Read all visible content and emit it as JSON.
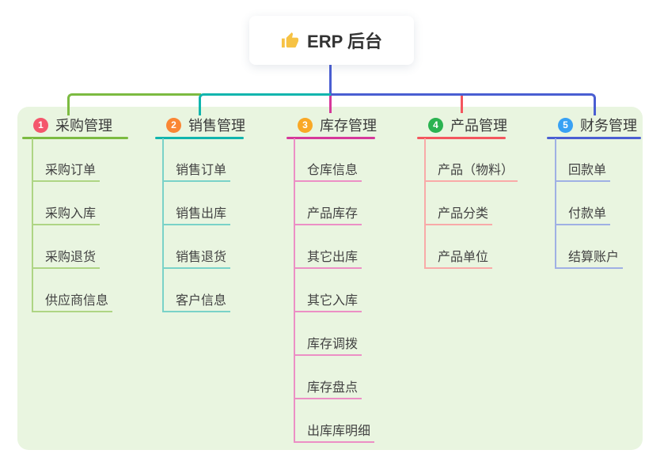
{
  "root": {
    "label": "ERP 后台",
    "icon": "thumbs-up"
  },
  "trunk_color": "#4a5ed2",
  "panel_color": "#e9f5e0",
  "branches": [
    {
      "badge": "1",
      "label": "采购管理",
      "badge_color": "#f4566c",
      "line_color": "#7cbb41",
      "light_color": "#aed584",
      "items": [
        "采购订单",
        "采购入库",
        "采购退货",
        "供应商信息"
      ]
    },
    {
      "badge": "2",
      "label": "销售管理",
      "badge_color": "#fa8634",
      "line_color": "#10b5ae",
      "light_color": "#79d2c8",
      "items": [
        "销售订单",
        "销售出库",
        "销售退货",
        "客户信息"
      ]
    },
    {
      "badge": "3",
      "label": "库存管理",
      "badge_color": "#f9a826",
      "line_color": "#d6389a",
      "light_color": "#ec8fc5",
      "items": [
        "仓库信息",
        "产品库存",
        "其它出库",
        "其它入库",
        "库存调拨",
        "库存盘点",
        "出库库明细"
      ]
    },
    {
      "badge": "4",
      "label": "产品管理",
      "badge_color": "#2bb351",
      "line_color": "#f4565e",
      "light_color": "#f9aaa8",
      "items": [
        "产品（物料）",
        "产品分类",
        "产品单位"
      ]
    },
    {
      "badge": "5",
      "label": "财务管理",
      "badge_color": "#38a1f4",
      "line_color": "#4a5ed2",
      "light_color": "#9fb0e4",
      "items": [
        "回款单",
        "付款单",
        "结算账户"
      ]
    }
  ]
}
